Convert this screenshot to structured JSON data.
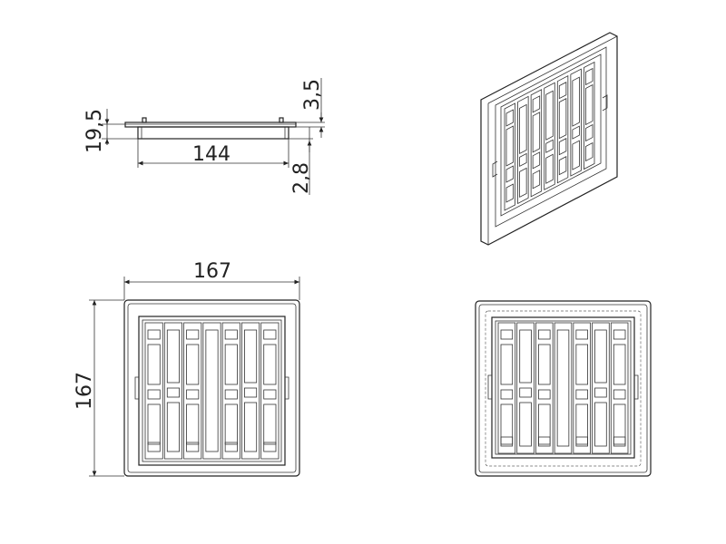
{
  "drawing": {
    "views": [
      "side-section",
      "isometric",
      "front",
      "back"
    ],
    "dimensions": {
      "side_height": "19,5",
      "side_width": "144",
      "flange_thickness": "3,5",
      "offset": "2,8",
      "front_width": "167",
      "front_height": "167"
    },
    "line_color": "#222222",
    "background": "#ffffff"
  }
}
